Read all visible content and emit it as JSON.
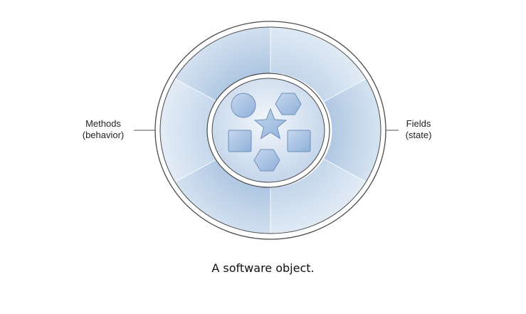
{
  "methods": {
    "name": "Methods",
    "detail": "(behavior)"
  },
  "fields": {
    "name": "Fields",
    "detail": "(state)"
  },
  "caption": "A software object.",
  "colors": {
    "outline": "#4a4a4a",
    "segment_light": "#dbe6f2",
    "segment_dark": "#a7c1df",
    "core_fill": "#cddbec",
    "shape_fill": "#9fbce0",
    "shape_stroke": "#6f8fb9"
  },
  "shapes": [
    "circle-shape",
    "hexagon-shape",
    "star-shape",
    "square-shape",
    "square-shape",
    "hexagon-shape"
  ]
}
